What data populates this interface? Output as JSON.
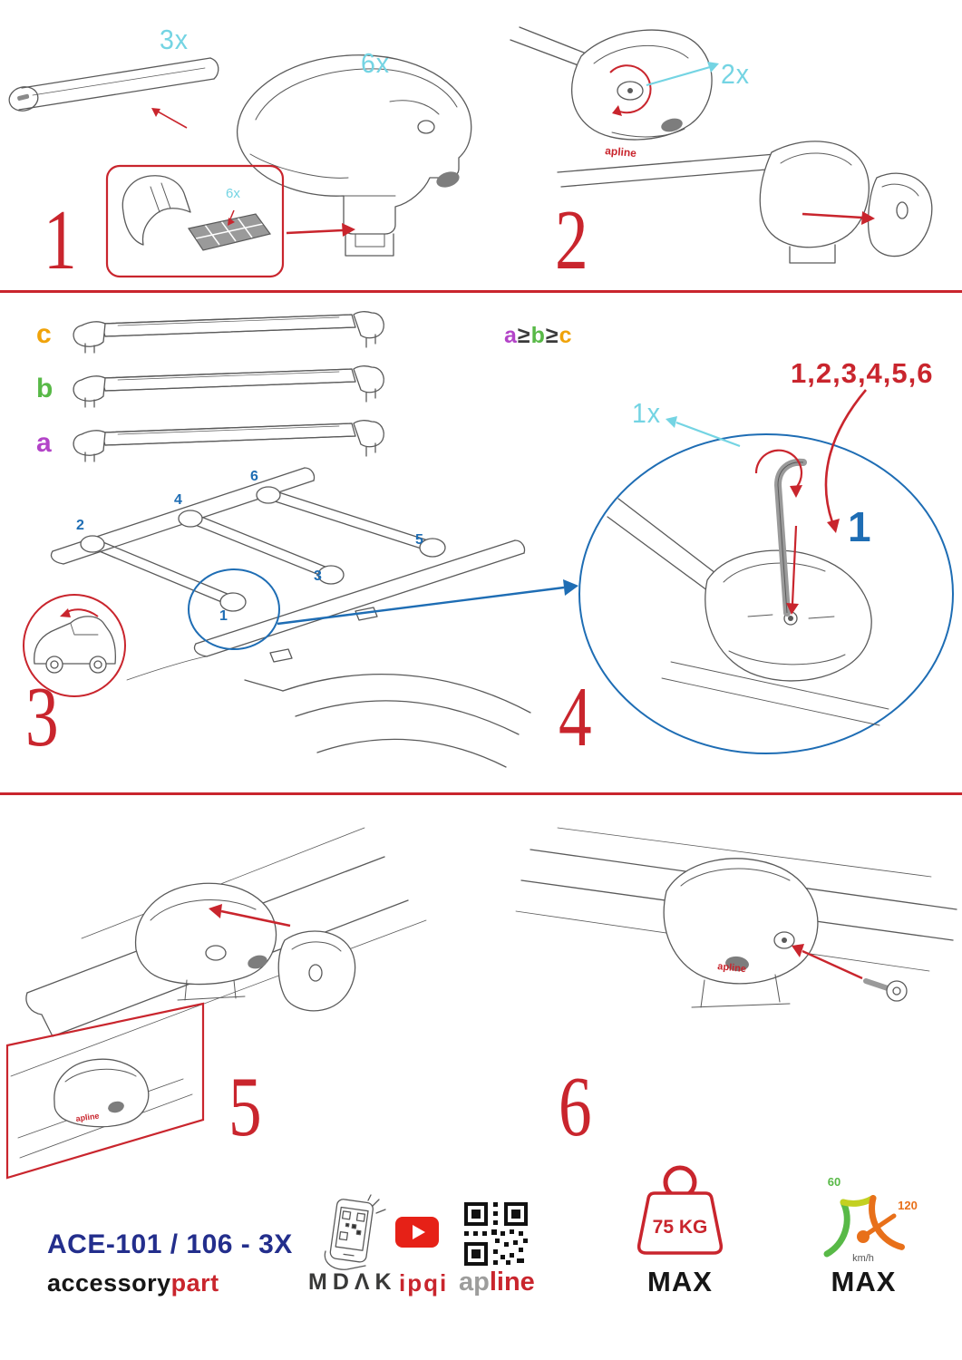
{
  "colors": {
    "red": "#c9252d",
    "cyan": "#74d4e3",
    "blue": "#1e6db4",
    "navy": "#232e8c",
    "orange": "#f0a30a",
    "green": "#58b947",
    "purple": "#b344c8"
  },
  "step1": {
    "number": "1",
    "bar_qty": "3x",
    "foot_qty": "6x",
    "pad_qty": "6x"
  },
  "step2": {
    "number": "2",
    "lock_qty": "2x",
    "brand": "apline"
  },
  "step3": {
    "number": "3",
    "bar_labels": [
      "c",
      "b",
      "a"
    ],
    "rule": {
      "a": "a",
      "geq": "≥",
      "b": "b",
      "c": "c"
    },
    "positions": [
      "1",
      "2",
      "3",
      "4",
      "5",
      "6"
    ]
  },
  "step4": {
    "number": "4",
    "sequence": "1,2,3,4,5,6",
    "tool_qty": "1x",
    "highlight": "1"
  },
  "step5": {
    "number": "5",
    "brand": "apline"
  },
  "step6": {
    "number": "6",
    "brand": "apline"
  },
  "footer": {
    "model": "ACE-101 / 106 - 3X",
    "brand_accessory": "accessory",
    "brand_part": "part",
    "brand_mdak": "MDΛK",
    "brand_ipqi": "ipqi",
    "brand_ap": "ap",
    "brand_line": "line",
    "weight_value": "75 KG",
    "weight_max": "MAX",
    "speed_min": "60",
    "speed_max_val": "120",
    "speed_unit": "km/h",
    "speed_max": "MAX"
  }
}
